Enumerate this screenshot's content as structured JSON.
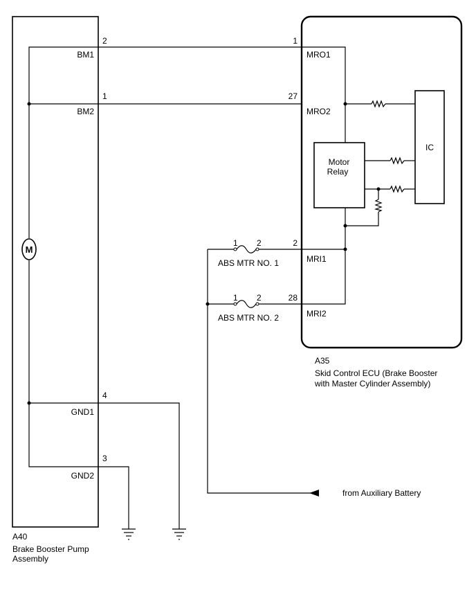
{
  "pump": {
    "id": "A40",
    "name_line1": "Brake Booster Pump",
    "name_line2": "Assembly",
    "terminals": {
      "bm1": "BM1",
      "bm2": "BM2",
      "gnd1": "GND1",
      "gnd2": "GND2"
    },
    "pins": {
      "bm1": "2",
      "bm2": "1",
      "gnd1": "4",
      "gnd2": "3"
    },
    "motor_symbol": "M"
  },
  "ecu": {
    "id": "A35",
    "name_line1": "Skid Control ECU (Brake Booster",
    "name_line2": "with Master Cylinder Assembly)",
    "terminals": {
      "mro1": "MRO1",
      "mro2": "MRO2",
      "mri1": "MRI1",
      "mri2": "MRI2"
    },
    "pins": {
      "mro1": "1",
      "mro2": "27",
      "mri1": "2",
      "mri2": "28"
    },
    "motor_relay_line1": "Motor",
    "motor_relay_line2": "Relay",
    "ic_label": "IC"
  },
  "fuses": {
    "fuse1": {
      "label": "ABS MTR NO. 1",
      "pin_in": "1",
      "pin_out": "2"
    },
    "fuse2": {
      "label": "ABS MTR NO. 2",
      "pin_in": "1",
      "pin_out": "2"
    }
  },
  "power_source_label": "from Auxiliary Battery",
  "icons": [
    "motor-icon",
    "fuse-icon",
    "resistor-icon",
    "ground-icon",
    "arrow-left-icon"
  ]
}
